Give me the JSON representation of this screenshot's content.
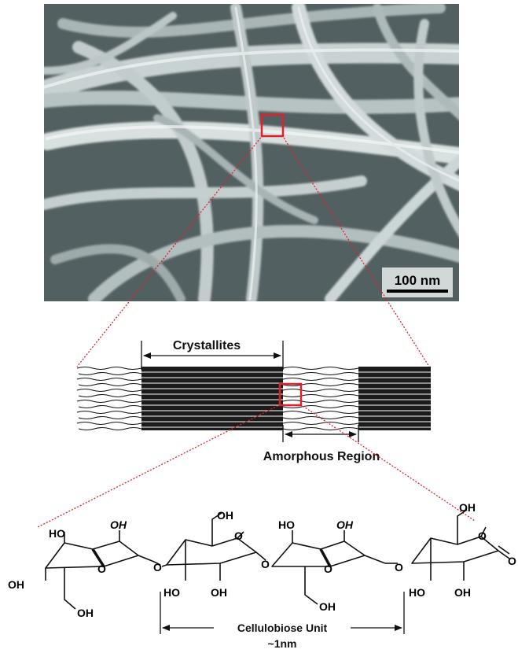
{
  "micrograph": {
    "scale_bar_label": "100 nm"
  },
  "fibril": {
    "crystallites_label": "Crystallites",
    "amorphous_label": "Amorphous Region"
  },
  "molecule": {
    "unit_label": "Cellulobiose Unit",
    "unit_size_label": "~1nm",
    "atoms": {
      "oh": "OH",
      "ho": "HO",
      "o": "O"
    }
  },
  "colors": {
    "highlight": "#e0202c",
    "fiber": "#e6ecec",
    "background_sem": "#4d595a",
    "ink": "#111111"
  }
}
